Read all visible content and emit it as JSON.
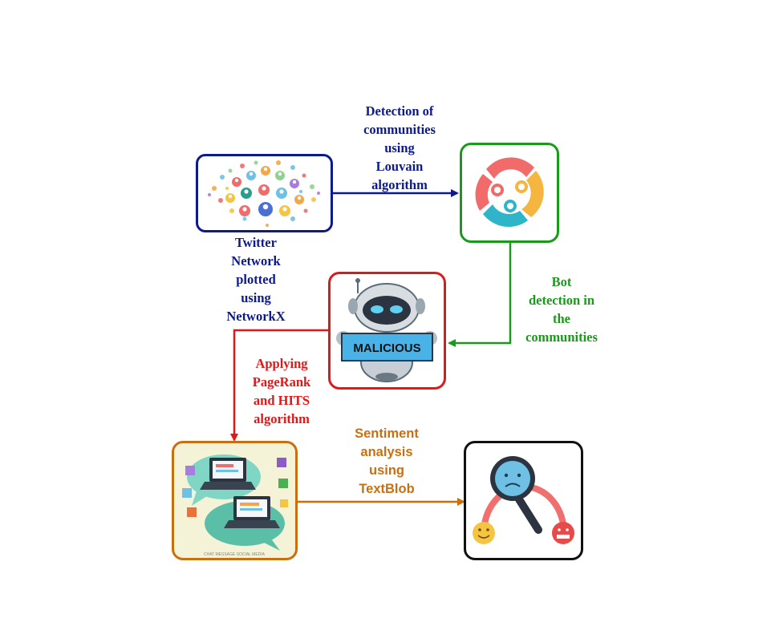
{
  "nodes": {
    "twitter_network": {
      "label": "Twitter\nNetwork\nplotted\nusing\nNetworkX",
      "color": "#0d1a8c"
    },
    "communities": {
      "color": "#1a9a1a"
    },
    "malicious_bot": {
      "badge_text": "MALICIOUS",
      "color": "#e01818"
    },
    "social_media": {
      "caption": "CHAT MESSAGE SOCIAL MEDIA",
      "color": "#c87010"
    },
    "sentiment": {
      "color": "#111111"
    }
  },
  "edges": {
    "louvain": {
      "label": "Detection of\ncommunities\nusing\nLouvain\nalgorithm",
      "color": "#0d1a8c"
    },
    "bot_detection": {
      "label": "Bot\ndetection in\nthe\ncommunities",
      "color": "#1a9a1a"
    },
    "pagerank": {
      "label": "Applying\nPageRank\nand HITS\nalgorithm",
      "color": "#e01818"
    },
    "sentiment_analysis": {
      "label": "Sentiment\nanalysis\nusing\nTextBlob",
      "color": "#c87010"
    }
  }
}
